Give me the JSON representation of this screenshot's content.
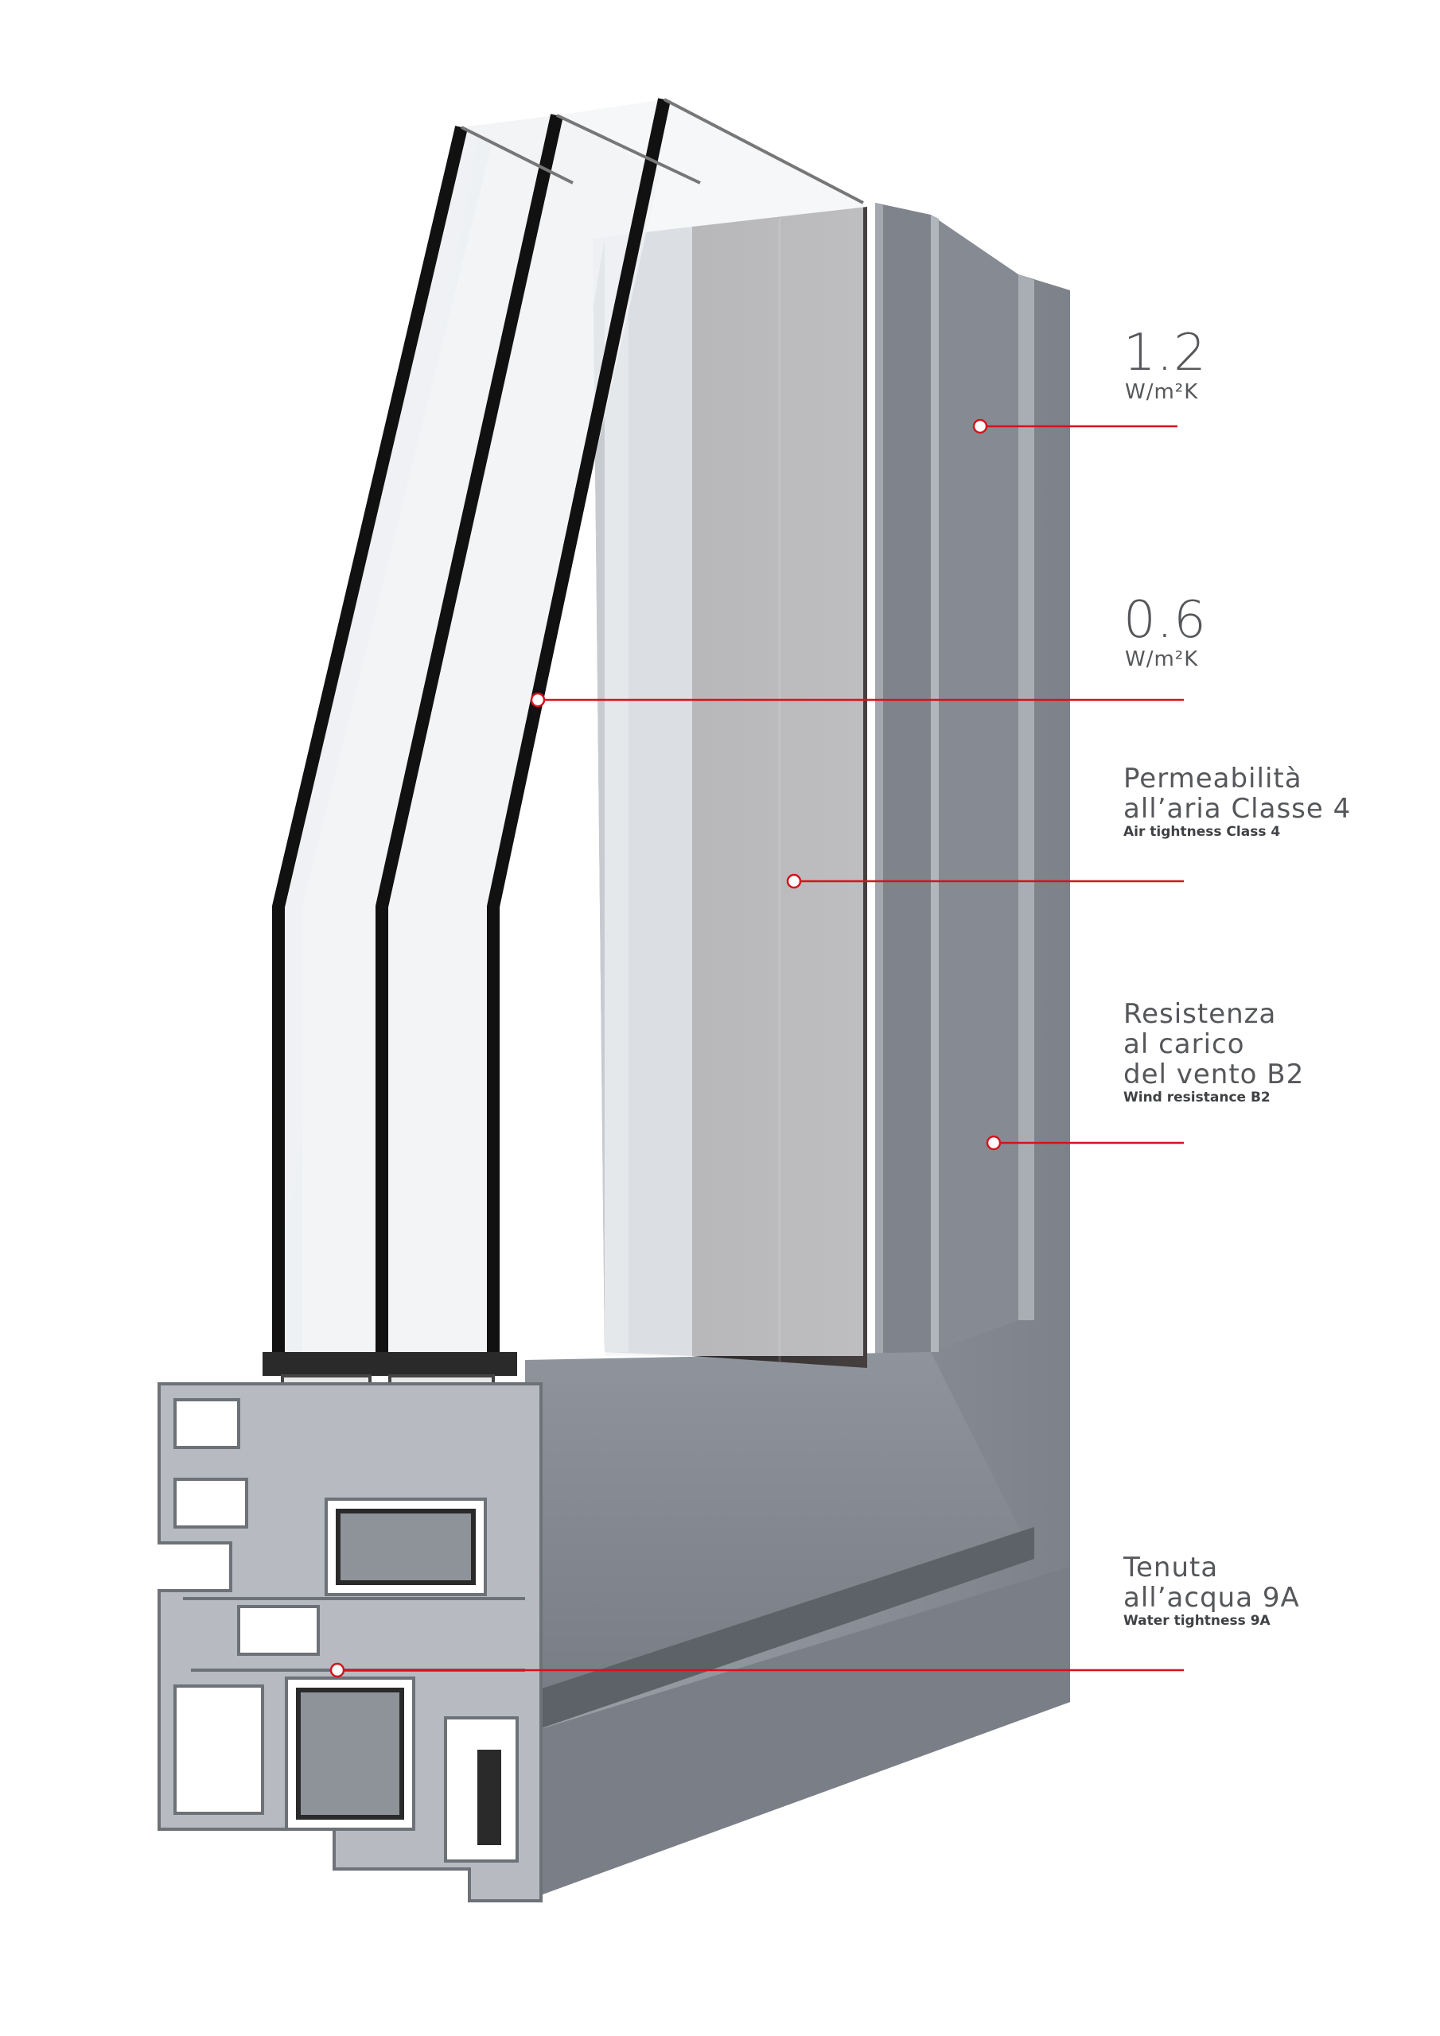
{
  "callouts": {
    "frame_u": {
      "value": "1.2",
      "unit": "W/m²K"
    },
    "glass_u": {
      "value": "0.6",
      "unit": "W/m²K"
    },
    "air": {
      "line1": "Permeabilità",
      "line2": "all’aria Classe 4",
      "en": "Air tightness Class 4"
    },
    "wind": {
      "line1": "Resistenza",
      "line2": "al carico",
      "line3": "del vento B2",
      "en": "Wind resistance B2"
    },
    "water": {
      "line1": "Tenuta",
      "line2": "all’acqua 9A",
      "en": "Water tightness 9A"
    }
  },
  "colors": {
    "accent": "#d4141c",
    "frame": "#8a8f98",
    "frame_dark": "#6f747c",
    "interior": "#3a3535",
    "text": "#55575a"
  }
}
